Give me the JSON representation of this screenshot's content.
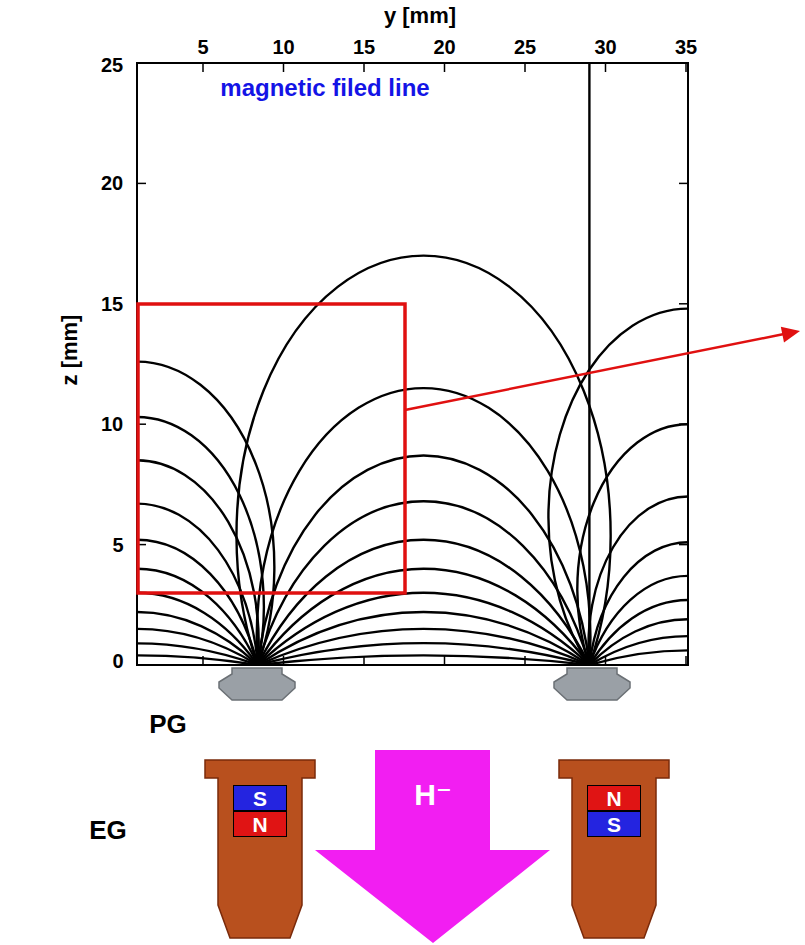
{
  "diagram": {
    "nodes": [
      {
        "text": [
          "S"
        ]
      },
      {
        "text": [
          "N"
        ]
      },
      {
        "text": [
          "H⁻"
        ]
      },
      {
        "text": [
          "N"
        ]
      },
      {
        "text": [
          "S"
        ]
      }
    ],
    "labels": [
      "y [mm]",
      "5",
      "10",
      "15",
      "20",
      "25",
      "30",
      "35",
      "25",
      "20",
      "15",
      "10",
      "5",
      "0",
      "z [mm]",
      "magnetic filed line",
      "PG",
      "EG"
    ]
  }
}
